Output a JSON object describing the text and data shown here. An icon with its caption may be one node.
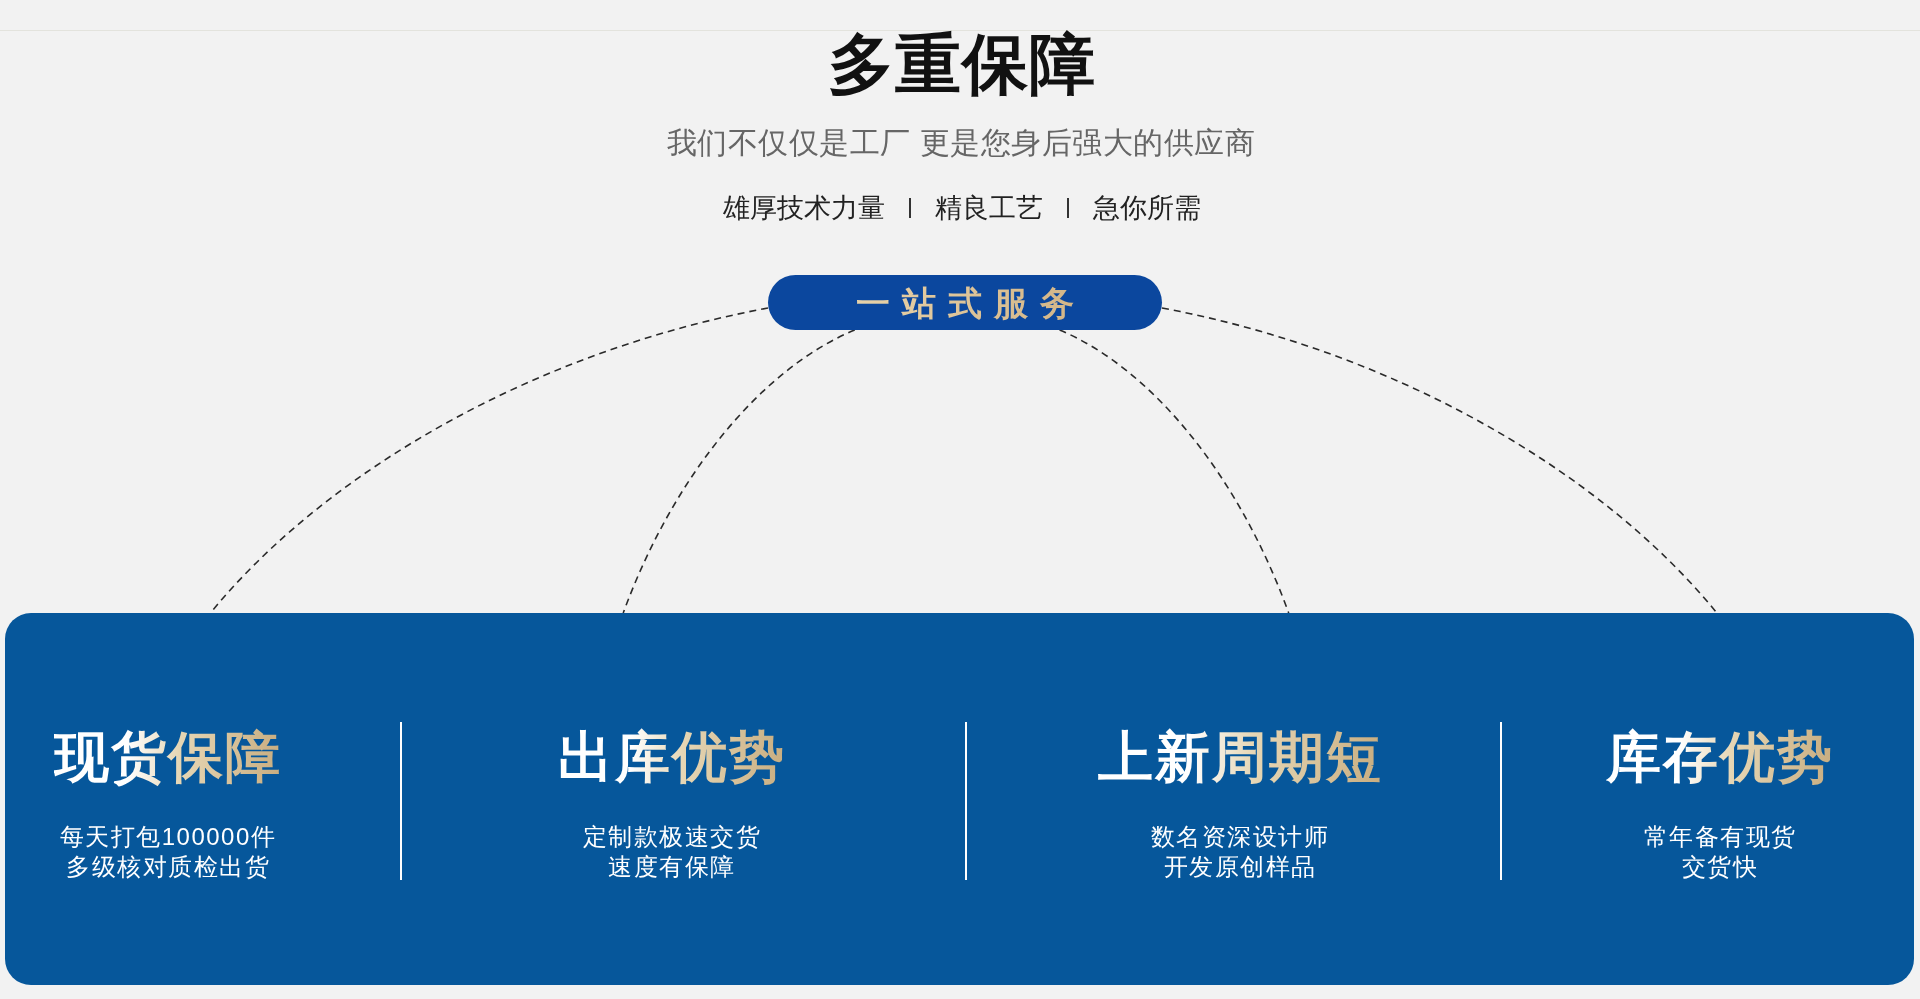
{
  "diagram": {
    "title": "多重保障",
    "nodes": [
      {
        "text": [
          "一站式服务"
        ]
      },
      {
        "text": [],
        "shape": "box"
      },
      {
        "text": [
          "现货保障",
          "每天打包100000件多级核对质检出货"
        ],
        "in": 1
      },
      {
        "text": [
          "出库优势",
          "定制款极速交货速度有保障"
        ],
        "in": 1
      },
      {
        "text": [
          "上新周期短",
          "数名资深设计师开发原创样品"
        ],
        "in": 1
      },
      {
        "text": [
          "库存优势",
          "常年备有现货交货快"
        ],
        "in": 1
      }
    ],
    "edges": [
      {
        "from": 0,
        "to": 2,
        "arrow": "none",
        "style": "dashed"
      },
      {
        "from": 0,
        "to": 3,
        "arrow": "none",
        "style": "dashed"
      },
      {
        "from": 0,
        "to": 4,
        "arrow": "none",
        "style": "dashed"
      },
      {
        "from": 0,
        "to": 5,
        "arrow": "none",
        "style": "dashed"
      }
    ],
    "labels": [
      "我们不仅仅是工厂 更是您身后强大的供应商",
      "雄厚技术力量",
      "精良工艺",
      "急你所需"
    ]
  }
}
